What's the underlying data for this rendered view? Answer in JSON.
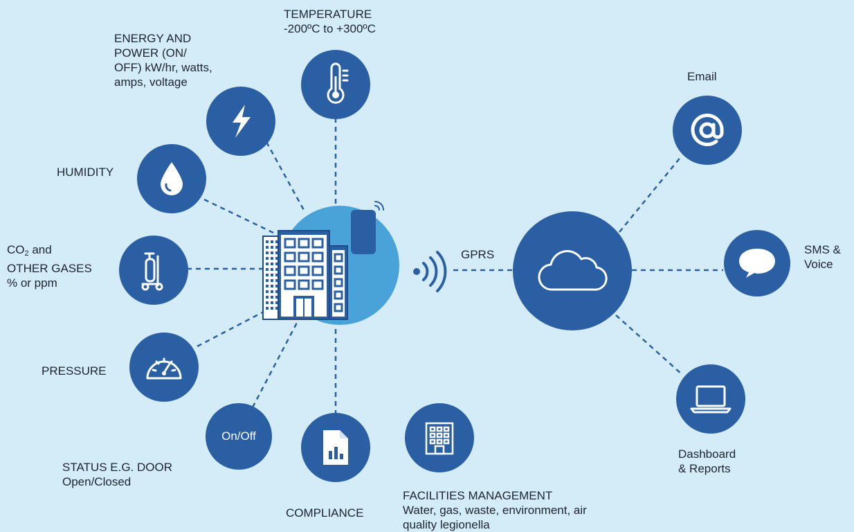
{
  "colors": {
    "background": "#d3ecf8",
    "node": "#2b5fa3",
    "hub": "#4aa3d8",
    "text": "#1c2430",
    "link": "#2b5fa3"
  },
  "sensors": {
    "temperature": {
      "title": "TEMPERATURE",
      "detail": "-200ºC to +300ºC",
      "icon": "thermometer-icon"
    },
    "energy": {
      "line1": "ENERGY AND",
      "line2": "POWER (ON/",
      "line3": "OFF) kW/hr, watts,",
      "line4": "amps, voltage",
      "icon": "lightning-icon"
    },
    "humidity": {
      "title": "HUMIDITY",
      "icon": "water-drop-icon"
    },
    "gases": {
      "co": "CO",
      "sub": "2",
      "and": " and",
      "line2": "OTHER GASES",
      "line3": "% or ppm",
      "icon": "gas-cylinder-icon"
    },
    "pressure": {
      "title": "PRESSURE",
      "icon": "pressure-gauge-icon"
    },
    "status": {
      "button": "On/Off",
      "line1": "STATUS E.G. DOOR",
      "line2": "Open/Closed"
    },
    "compliance": {
      "title": "COMPLIANCE",
      "icon": "report-document-icon"
    },
    "facilities": {
      "title": "FACILITIES MANAGEMENT",
      "line2": "Water, gas, waste, environment, air",
      "line3": "quality legionella",
      "icon": "building-icon"
    }
  },
  "hub": {
    "icon": "building-with-gateway-icon"
  },
  "link": {
    "label": "GPRS",
    "icon": "wireless-signal-icon"
  },
  "cloud": {
    "icon": "cloud-icon"
  },
  "outputs": {
    "email": {
      "label": "Email",
      "icon": "at-sign-icon"
    },
    "sms": {
      "line1": "SMS &",
      "line2": "Voice",
      "icon": "speech-bubble-icon"
    },
    "dashboard": {
      "line1": "Dashboard",
      "line2": "& Reports",
      "icon": "laptop-icon"
    }
  }
}
